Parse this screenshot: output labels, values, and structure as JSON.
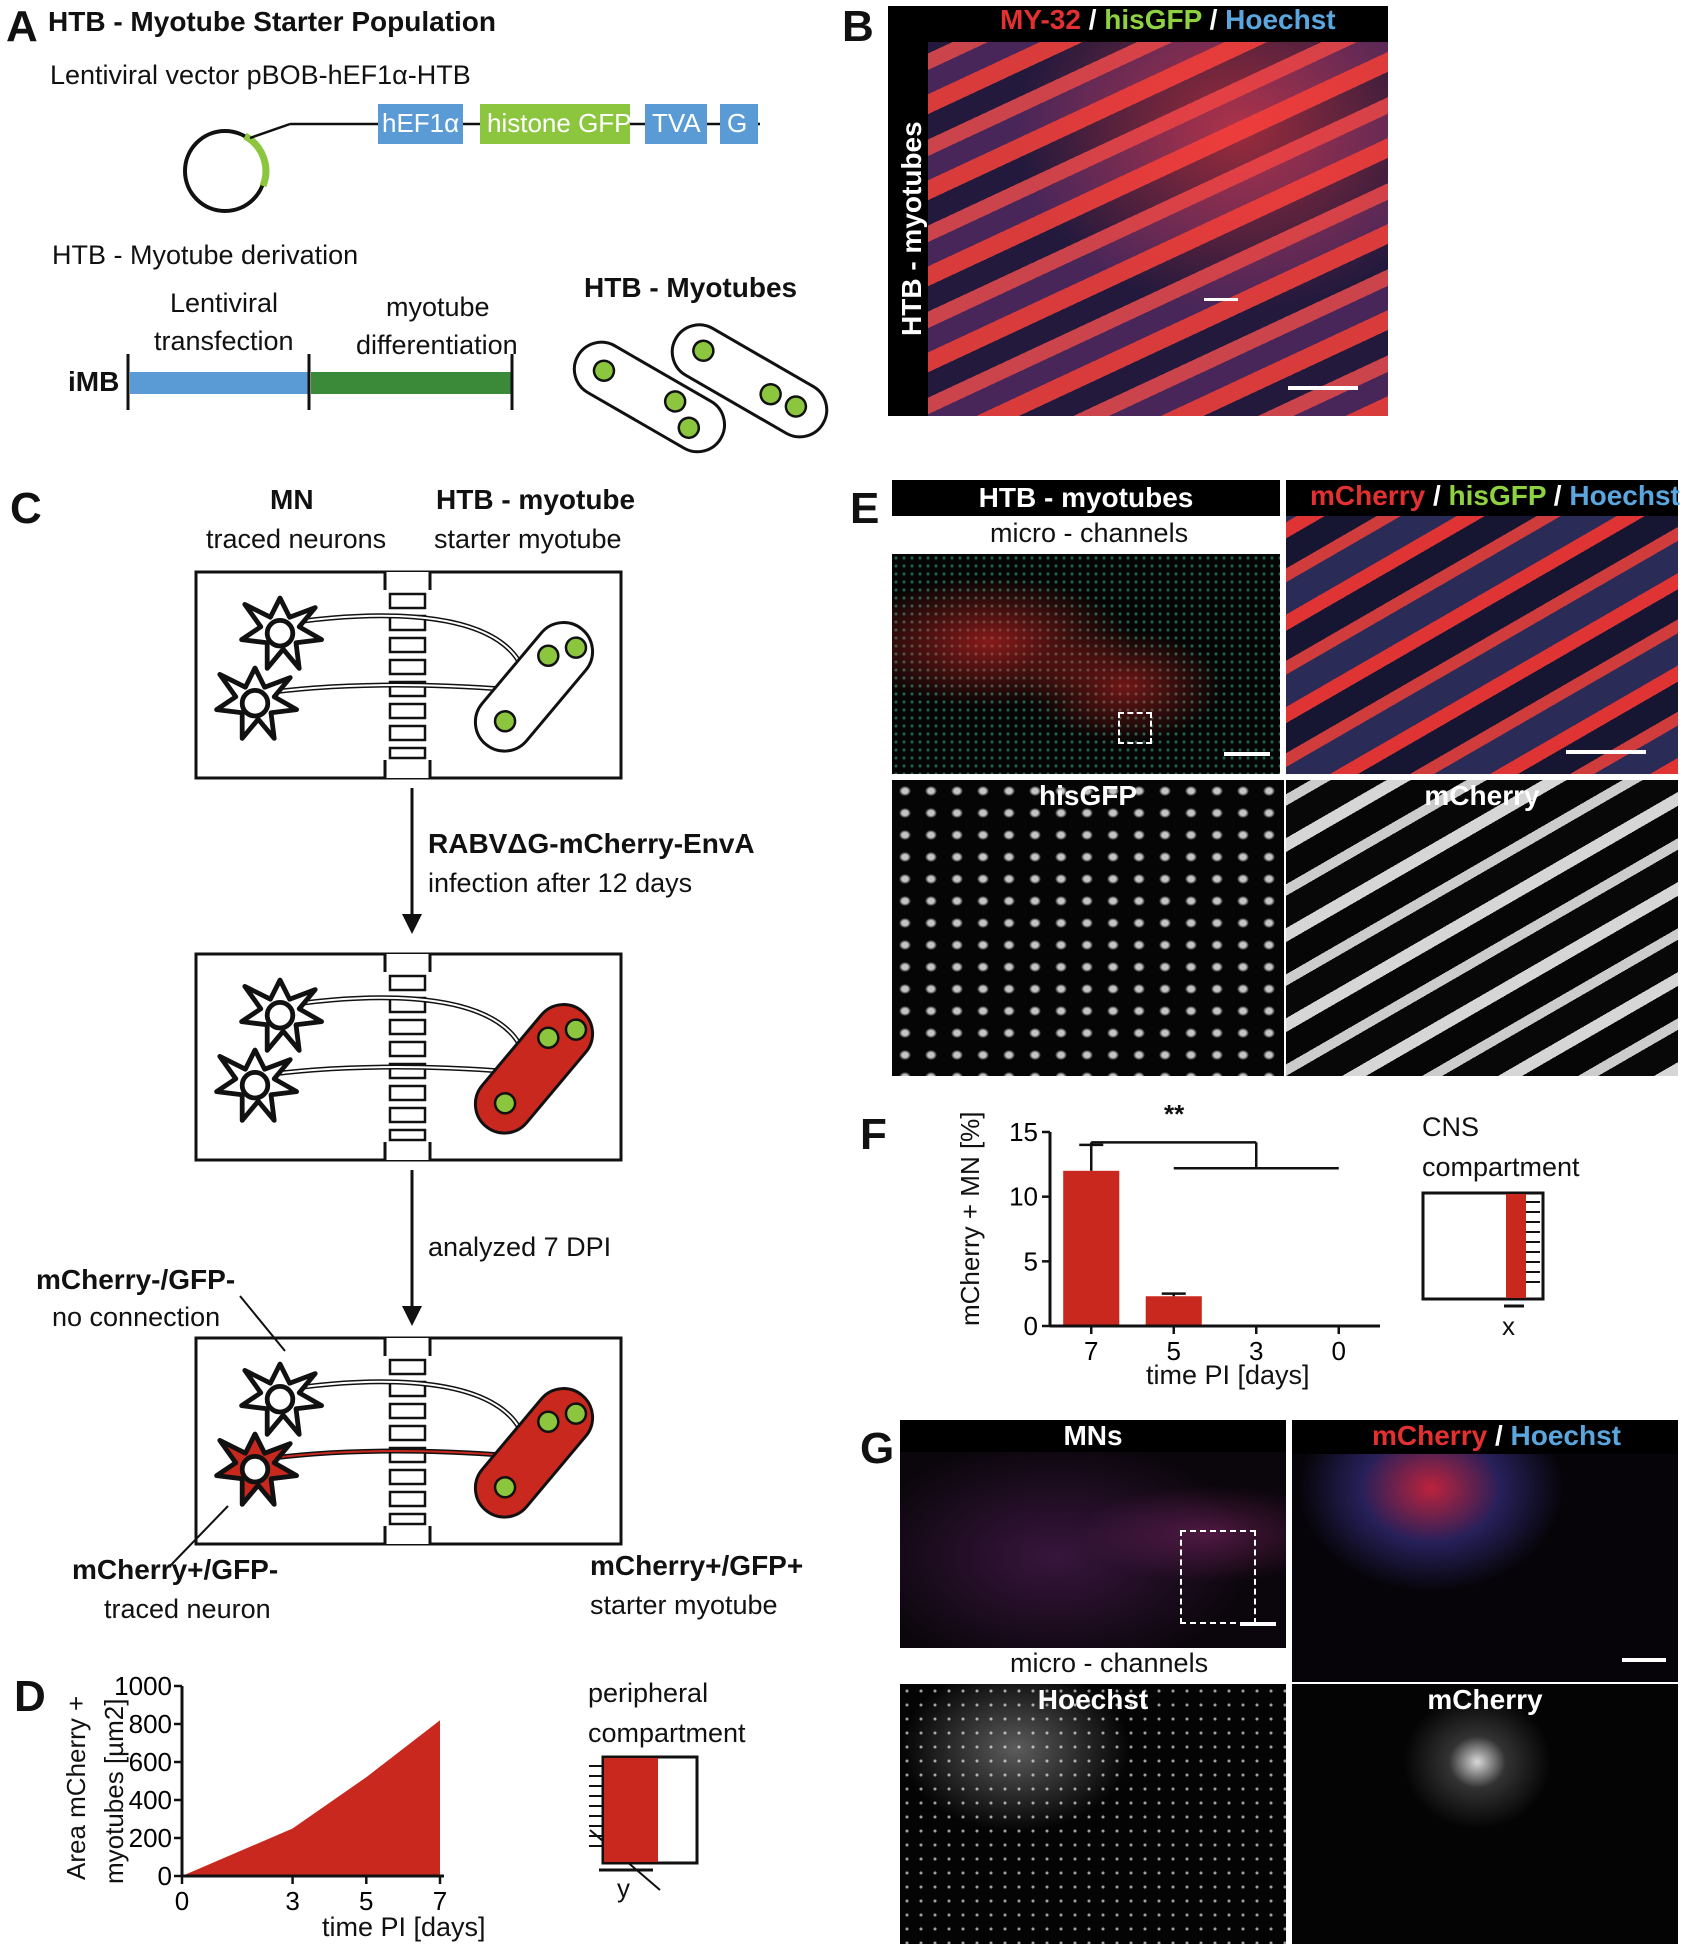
{
  "panels": {
    "A": {
      "letter": "A",
      "title": "HTB - Myotube Starter Population",
      "vector": "Lentiviral vector pBOB-hEF1α-HTB",
      "elements": [
        "hEF1α",
        "histone GFP",
        "TVA",
        "G"
      ],
      "derivation": "HTB - Myotube derivation",
      "step1": [
        "Lentiviral",
        "transfection"
      ],
      "step2": [
        "myotube",
        "differentiation"
      ],
      "start": "iMB",
      "result": "HTB - Myotubes",
      "colors": {
        "blue": "#5b9bd5",
        "green": "#8cc63f",
        "dark_green": "#3a8a3a"
      }
    },
    "B": {
      "letter": "B",
      "stain": {
        "c1": "MY-32",
        "sep": " / ",
        "c2": "hisGFP",
        "c3": "Hoechst"
      },
      "side": "HTB - myotubes"
    },
    "C": {
      "letter": "C",
      "left_head": "MN",
      "left_sub": "traced neurons",
      "right_head": "HTB - myotube",
      "right_sub": "starter myotube",
      "arrow1_a": "RABVΔG-mCherry-EnvA",
      "arrow1_b": "infection after 12 days",
      "arrow2": "analyzed 7 DPI",
      "n1_a": "mCherry-/GFP-",
      "n1_b": "no connection",
      "n2_a": "mCherry+/GFP-",
      "n2_b": "traced neuron",
      "n3_a": "mCherry+/GFP+",
      "n3_b": "starter myotube"
    },
    "E": {
      "letter": "E",
      "band": "HTB - myotubes",
      "sub": "micro - channels",
      "stain": {
        "c1": "mCherry",
        "sep": " / ",
        "c2": "hisGFP",
        "c3": "Hoechst"
      },
      "gray1": "hisGFP",
      "gray2": "mCherry"
    },
    "G": {
      "letter": "G",
      "band": "MNs",
      "sub": "micro - channels",
      "stain": {
        "c1": "mCherry",
        "sep": " / ",
        "c3": "Hoechst"
      },
      "gray1": "Hoechst",
      "gray2": "mCherry"
    },
    "D": {
      "letter": "D",
      "ylabel_a": "Area mCherry +",
      "ylabel_b": "myotubes [µm2]",
      "xlabel": "time PI [days]",
      "inset_a": "peripheral",
      "inset_b": "compartment",
      "inset_axis": "y"
    },
    "F": {
      "letter": "F",
      "ylabel": "mCherry + MN [%]",
      "xlabel": "time PI [days]",
      "sig": "**",
      "inset_a": "CNS",
      "inset_b": "compartment",
      "inset_axis": "x"
    }
  },
  "chart_data": [
    {
      "type": "area",
      "panel": "D",
      "x": [
        0,
        3,
        5,
        7
      ],
      "y": [
        0,
        250,
        520,
        820
      ],
      "xticks": [
        "0",
        "3",
        "5",
        "7"
      ],
      "yticks": [
        "0",
        "200",
        "400",
        "600",
        "800",
        "1000"
      ],
      "xlim": [
        0,
        7
      ],
      "ylim": [
        0,
        1000
      ],
      "xlabel": "time PI [days]",
      "ylabel": "Area mCherry + myotubes [µm2]",
      "color": "#c8281e"
    },
    {
      "type": "bar",
      "panel": "F",
      "categories": [
        "7",
        "5",
        "3",
        "0"
      ],
      "values": [
        12,
        2.3,
        0,
        0
      ],
      "errors": [
        2,
        0.2,
        0,
        0
      ],
      "yticks": [
        "0",
        "5",
        "10",
        "15"
      ],
      "ylim": [
        0,
        15
      ],
      "xlabel": "time PI [days]",
      "ylabel": "mCherry + MN [%]",
      "annotation": "**",
      "color": "#c8281e"
    }
  ]
}
